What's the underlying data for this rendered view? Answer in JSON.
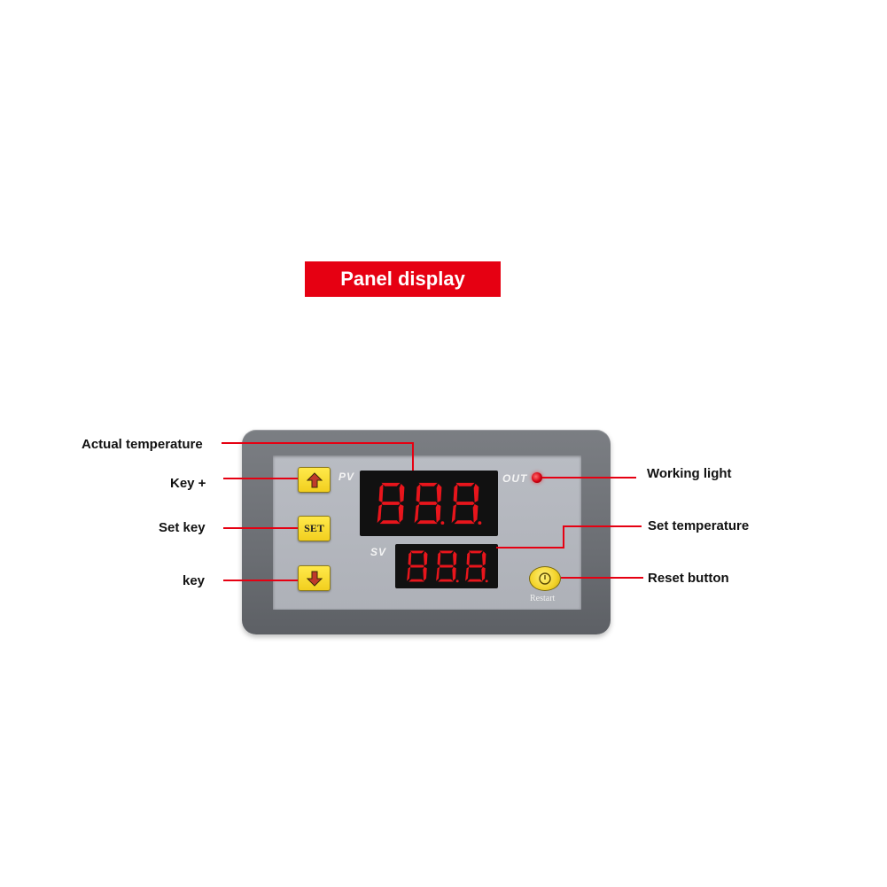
{
  "banner": {
    "title": "Panel display"
  },
  "callouts": {
    "actual_temperature": "Actual temperature",
    "key_plus": "Key +",
    "set_key": "Set key",
    "key_down": "key",
    "working_light": "Working light",
    "set_temperature": "Set temperature",
    "reset_button": "Reset button"
  },
  "device": {
    "pv_label": "PV",
    "sv_label": "SV",
    "out_label": "OUT",
    "set_button_label": "SET",
    "restart_label": "Restart",
    "pv_digits": "888",
    "sv_digits": "888"
  },
  "colors": {
    "accent_red": "#e60012",
    "key_yellow": "#f2cf1f",
    "segment_red": "#e8151c",
    "bezel_gray": "#6b6e73"
  },
  "icons": [
    "arrow-up-icon",
    "arrow-down-icon",
    "power-icon",
    "status-led"
  ]
}
